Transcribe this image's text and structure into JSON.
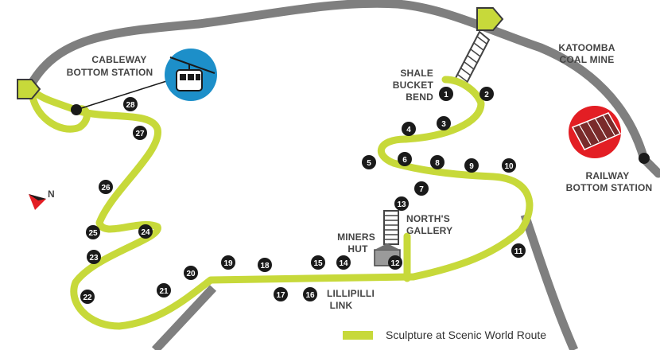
{
  "colors": {
    "route": "#c7d93a",
    "road": "#7f7f7f",
    "marker": "#1a1a1a",
    "cableway_badge": "#1d8fc9",
    "railway_badge": "#e31e24",
    "label": "#444444"
  },
  "labels": {
    "cableway_line1": "CABLEWAY",
    "cableway_line2": "BOTTOM STATION",
    "shale_line1": "SHALE",
    "shale_line2": "BUCKET",
    "shale_line3": "BEND",
    "katoomba_line1": "KATOOMBA",
    "katoomba_line2": "COAL MINE",
    "railway_line1": "RAILWAY",
    "railway_line2": "BOTTOM STATION",
    "norths_line1": "NORTH'S",
    "norths_line2": "GALLERY",
    "miners_line1": "MINERS",
    "miners_line2": "HUT",
    "lillipilli_line1": "LILLIPILLI",
    "lillipilli_line2": "LINK"
  },
  "icons": {
    "cableway": "cable-car-icon",
    "railway": "railway-icon",
    "compass": "north-arrow-icon",
    "entry": "entry-flag-icon",
    "stair": "staircase-icon",
    "hut": "hut-icon"
  },
  "compass_label": "N",
  "sculptures": [
    "1",
    "2",
    "3",
    "4",
    "5",
    "6",
    "7",
    "8",
    "9",
    "10",
    "11",
    "12",
    "13",
    "14",
    "15",
    "16",
    "17",
    "18",
    "19",
    "20",
    "21",
    "22",
    "23",
    "24",
    "25",
    "26",
    "27",
    "28"
  ],
  "legend": {
    "label": "Sculpture at Scenic World Route"
  }
}
